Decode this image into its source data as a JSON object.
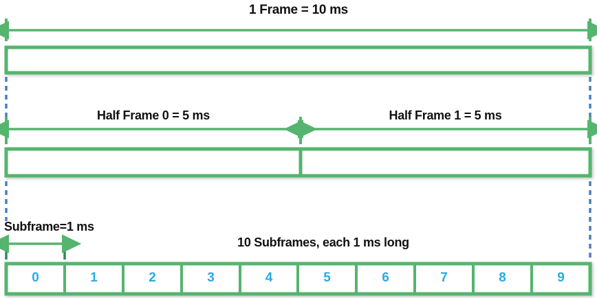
{
  "diagram": {
    "title": "1 Frame = 10 ms",
    "colors": {
      "rail": "#55b46e",
      "dashed_guide": "#4a7ebb",
      "subframe_number": "#29abe2",
      "label_text": "#111111",
      "background": "#ffffff"
    },
    "frame_row": {
      "measure_label": "1 Frame = 10 ms",
      "box_label": ""
    },
    "half_frame_row": {
      "labels": [
        "Half Frame 0 = 5 ms",
        "Half Frame 1 = 5 ms"
      ]
    },
    "subframe_row": {
      "unit_label": "Subframe=1 ms",
      "group_label": "10 Subframes, each 1 ms long",
      "numbers": [
        "0",
        "1",
        "2",
        "3",
        "4",
        "5",
        "6",
        "7",
        "8",
        "9"
      ]
    }
  },
  "chart_data": {
    "type": "diagram",
    "title": "1 Frame = 10 ms",
    "description": "LTE/NR radio frame structure: one 10 ms frame divided into two 5 ms half frames and ten 1 ms subframes.",
    "levels": [
      {
        "name": "frame",
        "label": "1 Frame = 10 ms",
        "duration_ms": 10,
        "count": 1,
        "cells": [
          ""
        ]
      },
      {
        "name": "half-frame",
        "labels": [
          "Half Frame 0 = 5 ms",
          "Half Frame 1 = 5 ms"
        ],
        "duration_ms": 5,
        "count": 2,
        "cells": [
          "",
          ""
        ]
      },
      {
        "name": "subframe",
        "label": "10 Subframes, each 1 ms long",
        "unit_label": "Subframe=1 ms",
        "duration_ms": 1,
        "count": 10,
        "cells": [
          "0",
          "1",
          "2",
          "3",
          "4",
          "5",
          "6",
          "7",
          "8",
          "9"
        ]
      }
    ]
  }
}
